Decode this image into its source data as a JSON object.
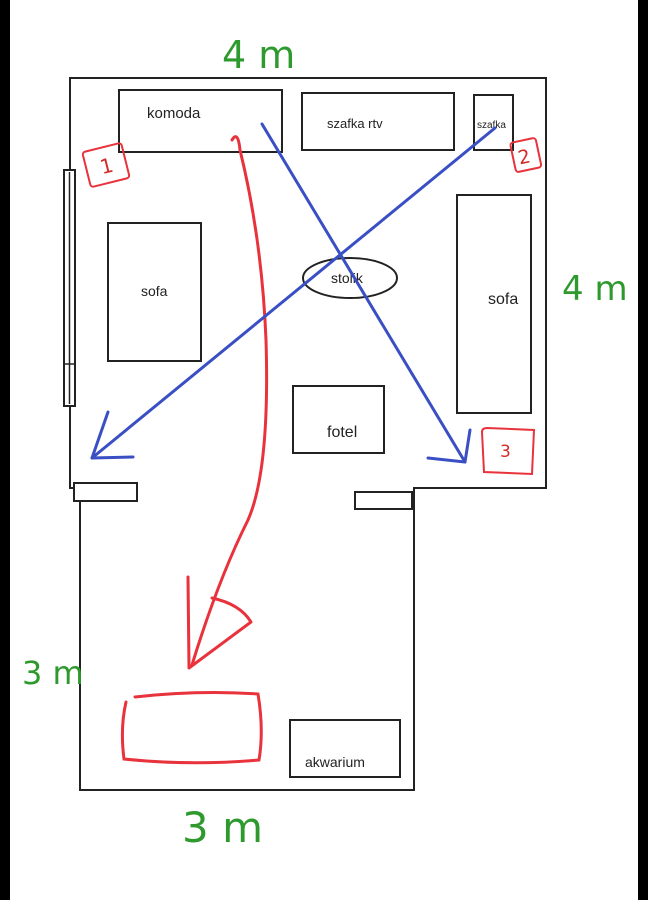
{
  "dimensions": {
    "top": "4 m",
    "right": "4 m",
    "left": "3 m",
    "bottom": "3 m"
  },
  "furniture": {
    "komoda": "komoda",
    "szafka_rtv": "szafka rtv",
    "szafka": "szafka",
    "sofa_left": "sofa",
    "sofa_right": "sofa",
    "stolik": "stolik",
    "fotel": "fotel",
    "akwarium": "akwarium"
  },
  "markers": {
    "m1": "1",
    "m2": "2",
    "m3": "3"
  },
  "colors": {
    "outline": "#222222",
    "red_path": "#e8323c",
    "blue_arrows": "#3a4fc4",
    "dimension_text": "#2e9a2e",
    "background_bars": "#000000"
  }
}
